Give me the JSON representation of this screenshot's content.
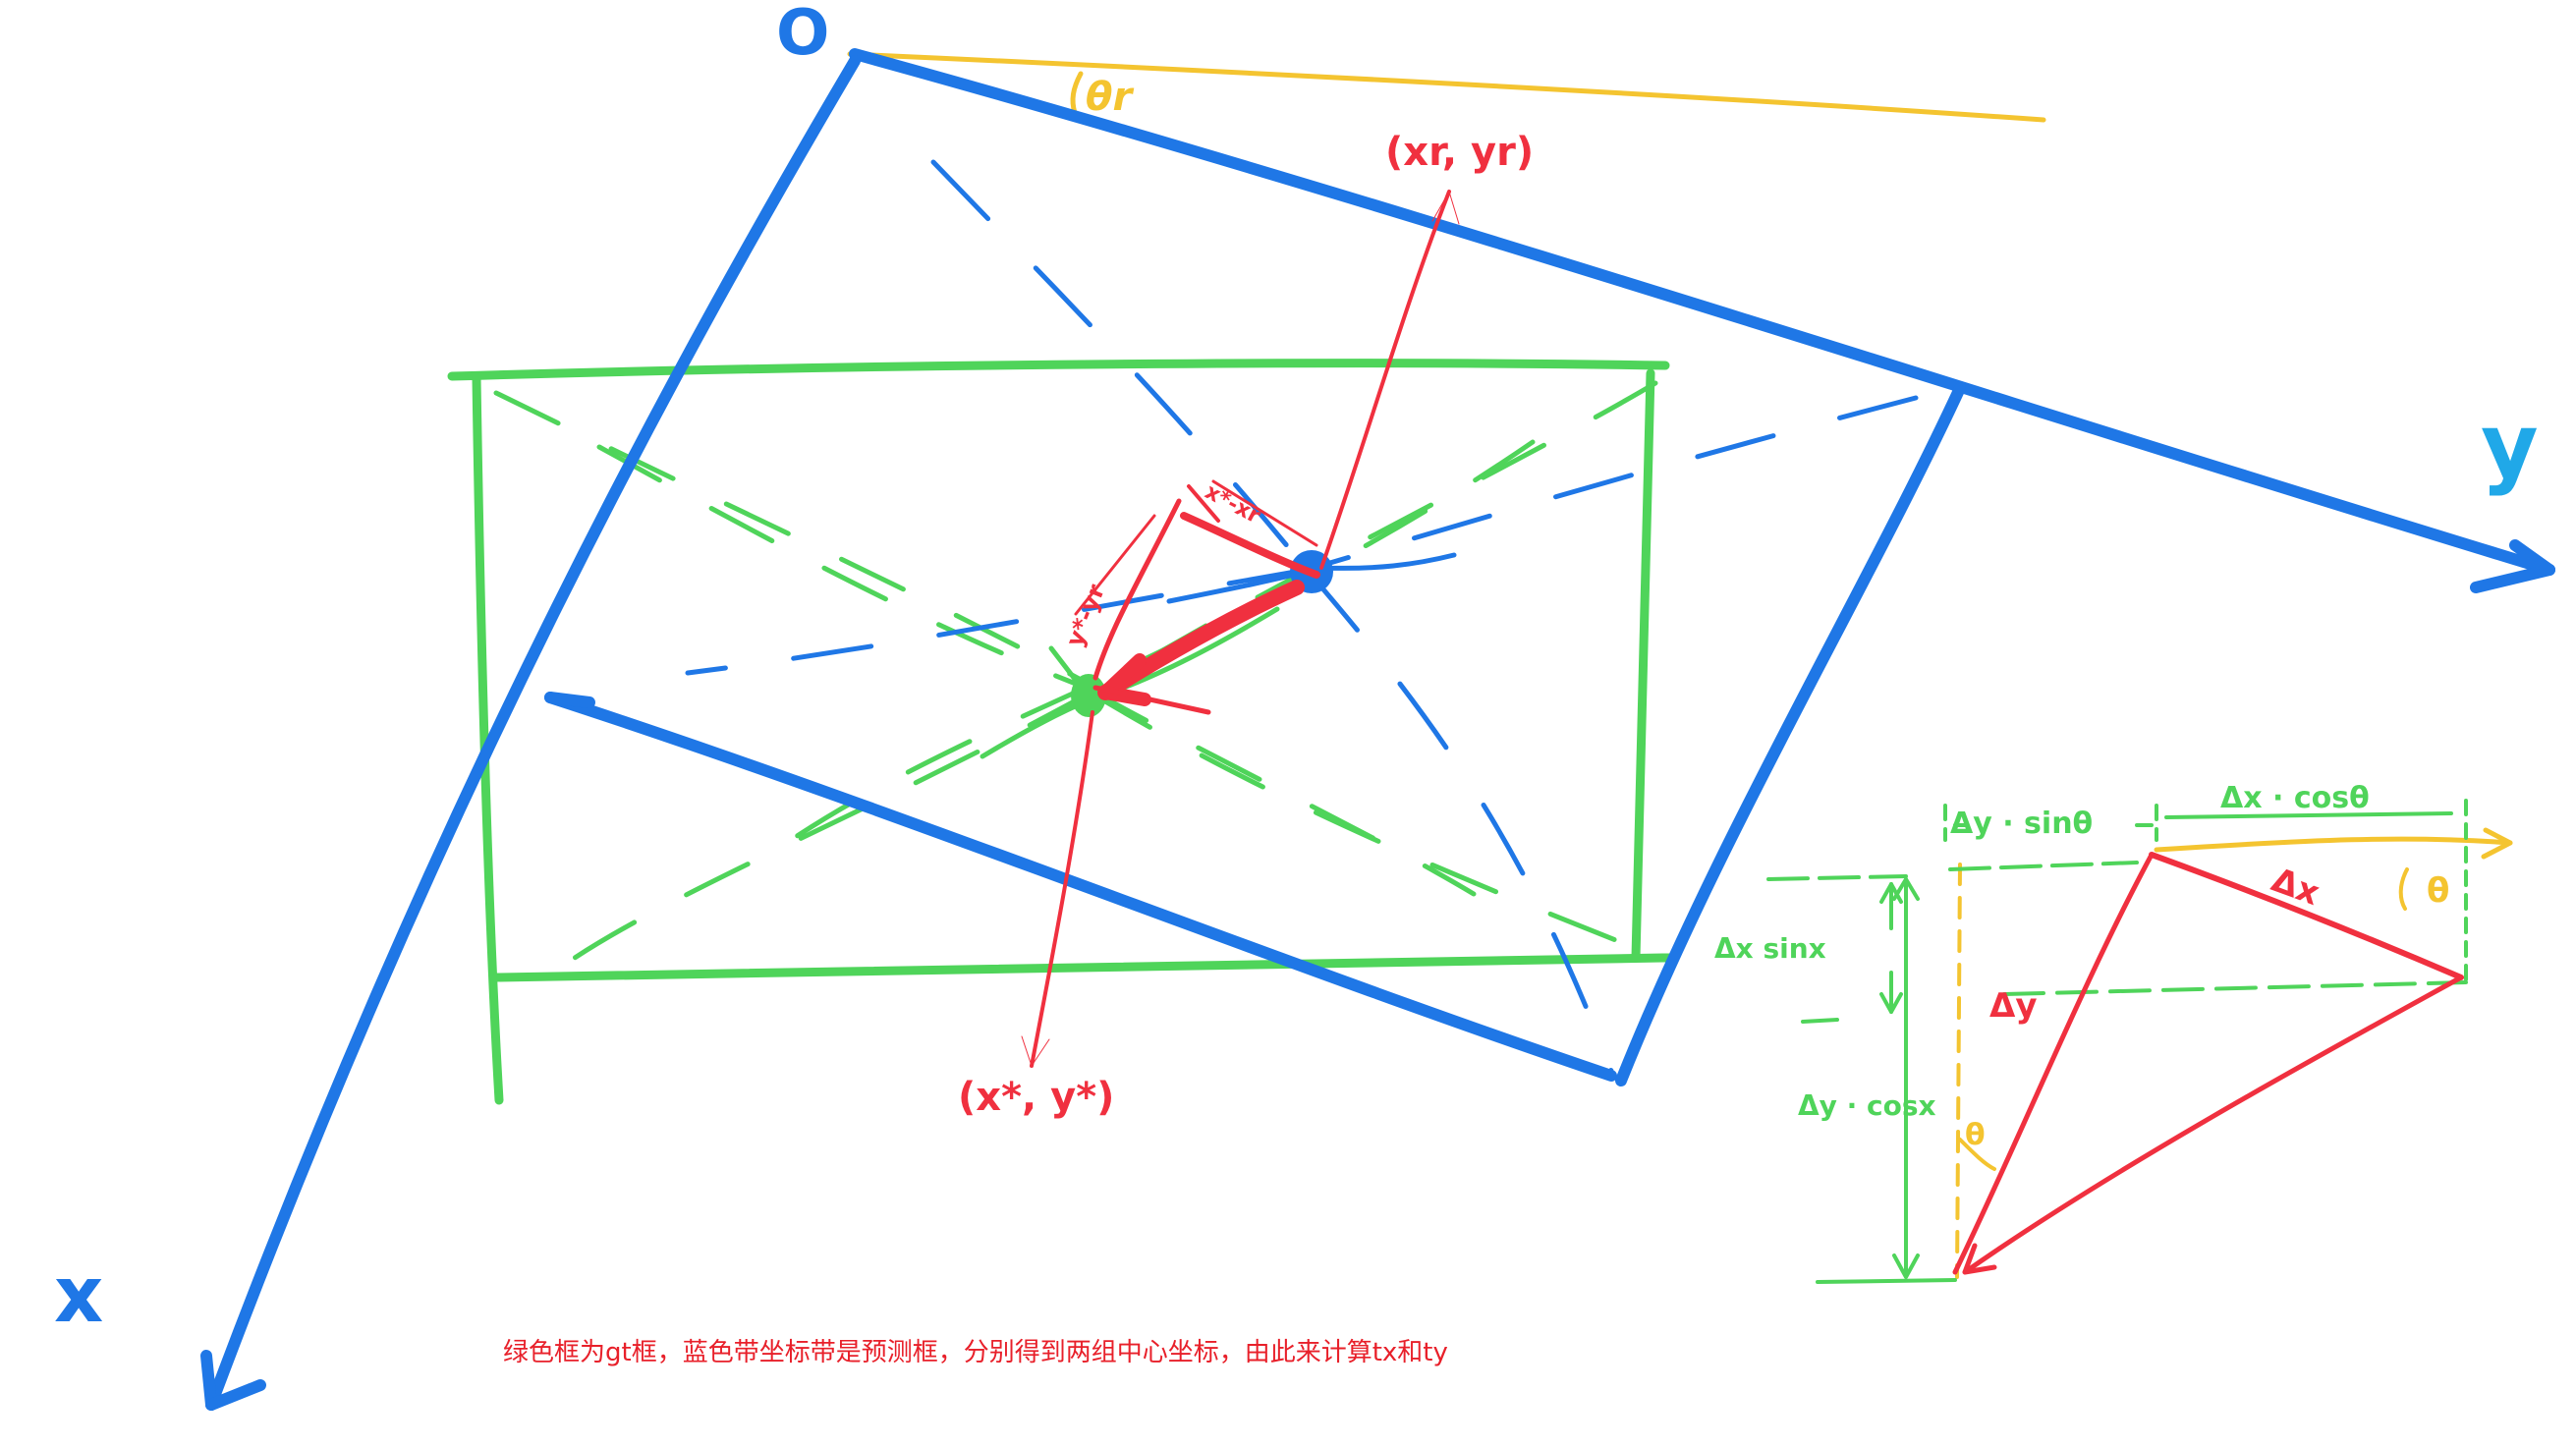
{
  "colors": {
    "blue": "#1f77e6",
    "green": "#4fd45a",
    "red": "#f0303f",
    "yellow": "#f4c430",
    "caption_red": "#e8202a",
    "background": "#ffffff"
  },
  "axes": {
    "origin_label": "O",
    "x_label": "x",
    "y_label": "y"
  },
  "labels": {
    "theta_r": "θr",
    "pred_center": "(xr, yr)",
    "gt_center": "(x*, y*)",
    "dx_label": "x*-xr",
    "dy_label": "y*-yr"
  },
  "inset": {
    "dy_sin": "Δy · sinθ",
    "dx_cos": "Δx · cosθ",
    "dx": "Δx",
    "theta_top": "θ",
    "dx_sin": "Δx sinx",
    "dy": "Δy",
    "dy_cos": "Δy · cosx",
    "theta_bottom": "θ"
  },
  "caption": "绿色框为gt框，蓝色带坐标带是预测框，分别得到两组中心坐标，由此来计算tx和ty"
}
